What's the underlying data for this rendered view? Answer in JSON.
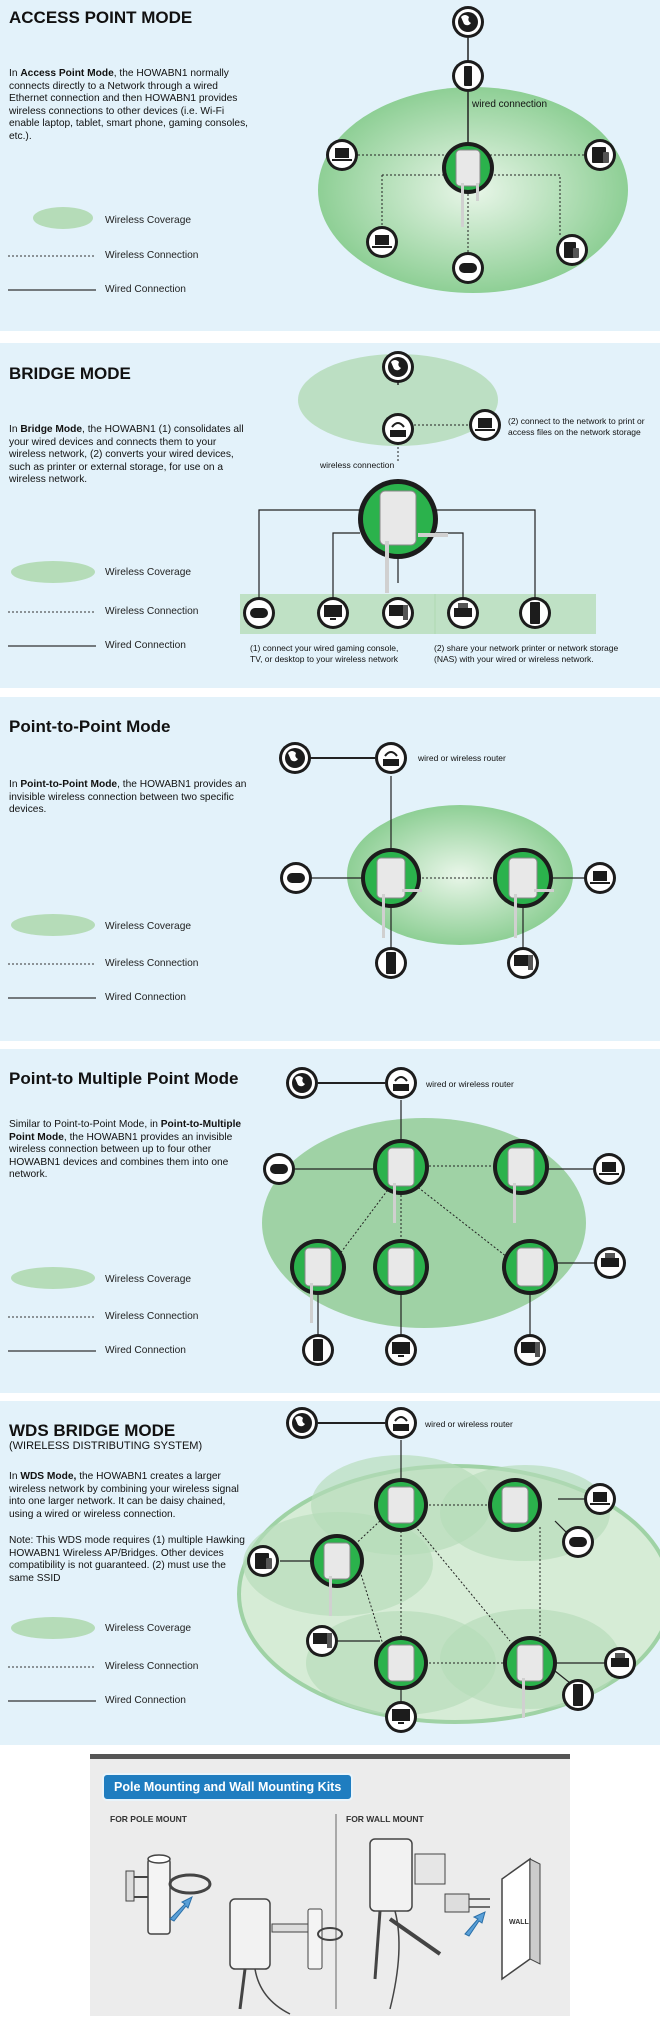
{
  "ap": {
    "title": "ACCESS POINT MODE",
    "desc_pre": "In ",
    "desc_bold": "Access Point Mode",
    "desc_post": ", the HOWABN1 normally connects directly to a Network through a wired Ethernet connection and then HOWABN1 provides wireless connections to other devices (i.e. Wi-Fi enable laptop, tablet, smart phone, gaming consoles, etc.).",
    "label_wired": "wired connection"
  },
  "bridge": {
    "title": "BRIDGE MODE",
    "desc_pre": "In ",
    "desc_bold": "Bridge Mode",
    "desc_post": ", the HOWABN1 (1) consolidates all your wired devices and connects them to your wireless network, (2) converts your wired devices, such as printer or external storage, for use on a wireless network.",
    "label_wireless": "wireless connection",
    "note2_line1": "(2) connect to the network to print or",
    "note2_line2": "access files on the network storage",
    "cap1_line1": "(1) connect your wired gaming console,",
    "cap1_line2": "TV, or desktop to your wireless network",
    "cap2_line1": "(2) share your network printer or network storage",
    "cap2_line2": "(NAS) with your wired or wireless network."
  },
  "p2p": {
    "title": "Point-to-Point Mode",
    "desc_pre": "In ",
    "desc_bold": "Point-to-Point Mode",
    "desc_post": ", the HOWABN1 provides an invisible wireless connection between two specific devices.",
    "label_router": "wired or wireless router"
  },
  "p2mp": {
    "title": "Point-to Multiple Point Mode",
    "desc_pre": "Similar to Point-to-Point Mode, in ",
    "desc_bold": "Point-to-Multiple Point Mode",
    "desc_post": ", the HOWABN1 provides an invisible wireless connection between up to four other HOWABN1 devices and combines them into one network.",
    "label_router": "wired or wireless router"
  },
  "wds": {
    "title": "WDS BRIDGE MODE",
    "subtitle": "(WIRELESS DISTRIBUTING SYSTEM)",
    "desc_pre": "In ",
    "desc_bold": "WDS Mode,",
    "desc_post": " the HOWABN1 creates a larger wireless network by combining your wireless signal into one larger network. It can be daisy chained, using a wired or wireless connection.",
    "note": "Note:  This WDS mode requires (1) multiple Hawking HOWABN1 Wireless AP/Bridges. Other devices compatibility is not guaranteed. (2) must use the same SSID",
    "label_router": "wired or wireless router"
  },
  "legend": {
    "coverage": "Wireless Coverage",
    "wireless": "Wireless Connection",
    "wired": "Wired Connection"
  },
  "kit": {
    "title": "Pole Mounting and Wall Mounting Kits",
    "pole_label": "FOR POLE MOUNT",
    "wall_label": "FOR WALL MOUNT",
    "wall_text": "WALL"
  },
  "colors": {
    "section_bg": "#e3f2fa",
    "coverage": "#b5dcb8",
    "device_ring": "#1c1c1c",
    "access_point_green": "#2bb24c",
    "kit_accent": "#1f7dc0"
  }
}
